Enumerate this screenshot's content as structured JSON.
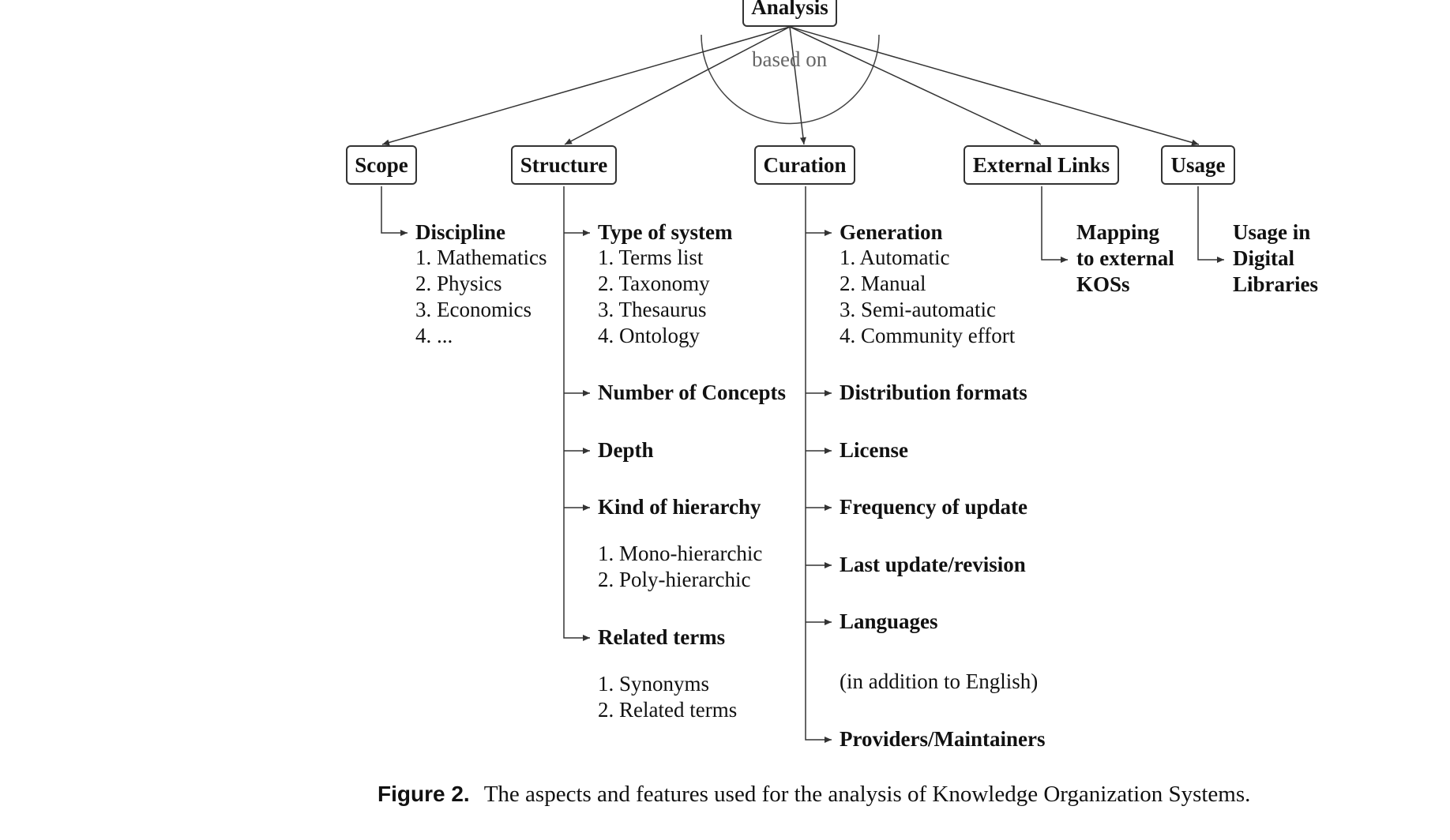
{
  "root": {
    "label": "Analysis",
    "connector_label": "based on"
  },
  "aspects": {
    "scope": "Scope",
    "structure": "Structure",
    "curation": "Curation",
    "external_links": "External Links",
    "usage": "Usage"
  },
  "scope": {
    "discipline": {
      "title": "Discipline",
      "items": [
        "1. Mathematics",
        "2. Physics",
        "3. Economics",
        "4. ..."
      ]
    }
  },
  "structure": {
    "type_of_system": {
      "title": "Type of system",
      "items": [
        "1. Terms list",
        "2. Taxonomy",
        "3. Thesaurus",
        "4. Ontology"
      ]
    },
    "number_of_concepts": "Number of Concepts",
    "depth": "Depth",
    "kind_of_hierarchy": {
      "title": "Kind of hierarchy",
      "items": [
        "1. Mono-hierarchic",
        "2. Poly-hierarchic"
      ]
    },
    "related_terms": {
      "title": "Related terms",
      "items": [
        "1. Synonyms",
        "2. Related terms"
      ]
    }
  },
  "curation": {
    "generation": {
      "title": "Generation",
      "items": [
        "1. Automatic",
        "2. Manual",
        "3. Semi-automatic",
        "4. Community effort"
      ]
    },
    "distribution_formats": "Distribution formats",
    "license": "License",
    "frequency_of_update": "Frequency of update",
    "last_update": "Last update/revision",
    "languages": {
      "title": "Languages",
      "note": "(in addition to English)"
    },
    "providers": "Providers/Maintainers"
  },
  "external_links": {
    "mapping": [
      "Mapping",
      "to external",
      "KOSs"
    ]
  },
  "usage": {
    "usage_in": [
      "Usage in",
      "Digital",
      "Libraries"
    ]
  },
  "caption": {
    "label": "Figure 2.",
    "text": "The aspects and features used for the analysis of Knowledge Organization Systems."
  }
}
